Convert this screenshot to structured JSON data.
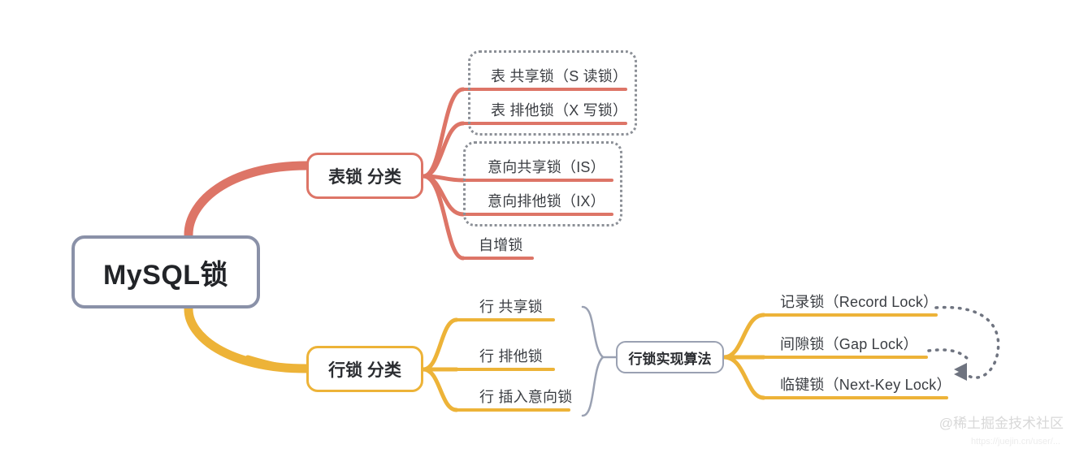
{
  "diagram": {
    "title": "MySQL锁",
    "type": "mindmap",
    "colors": {
      "root_border": "#8a91a8",
      "table_branch": "#dd7567",
      "row_branch": "#edb338",
      "group_border": "#8b8f96",
      "text": "#3a3d42",
      "arrow": "#6f7480"
    }
  },
  "root": {
    "label": "MySQL锁"
  },
  "branches": {
    "table_lock": {
      "label": "表锁 分类",
      "leaves": [
        {
          "label": "表 共享锁（S 读锁）"
        },
        {
          "label": "表 排他锁（X 写锁）"
        },
        {
          "label": "意向共享锁（IS）"
        },
        {
          "label": "意向排他锁（IX）"
        },
        {
          "label": "自增锁"
        }
      ],
      "groups": [
        {
          "name": "shared-exclusive-group"
        },
        {
          "name": "intention-group"
        }
      ]
    },
    "row_lock": {
      "label": "行锁 分类",
      "leaves": [
        {
          "label": "行 共享锁"
        },
        {
          "label": "行 排他锁"
        },
        {
          "label": "行 插入意向锁"
        }
      ]
    },
    "row_lock_algorithms": {
      "label": "行锁实现算法",
      "leaves": [
        {
          "label": "记录锁（Record Lock）"
        },
        {
          "label": "间隙锁（Gap Lock）"
        },
        {
          "label": "临键锁（Next-Key Lock）"
        }
      ]
    }
  },
  "annotations": {
    "arrows": [
      {
        "name": "record-to-next-key-arrow"
      },
      {
        "name": "gap-to-next-key-arrow"
      }
    ]
  },
  "watermark": {
    "text": "@稀土掘金技术社区",
    "url": "https://juejin.cn/user/..."
  }
}
